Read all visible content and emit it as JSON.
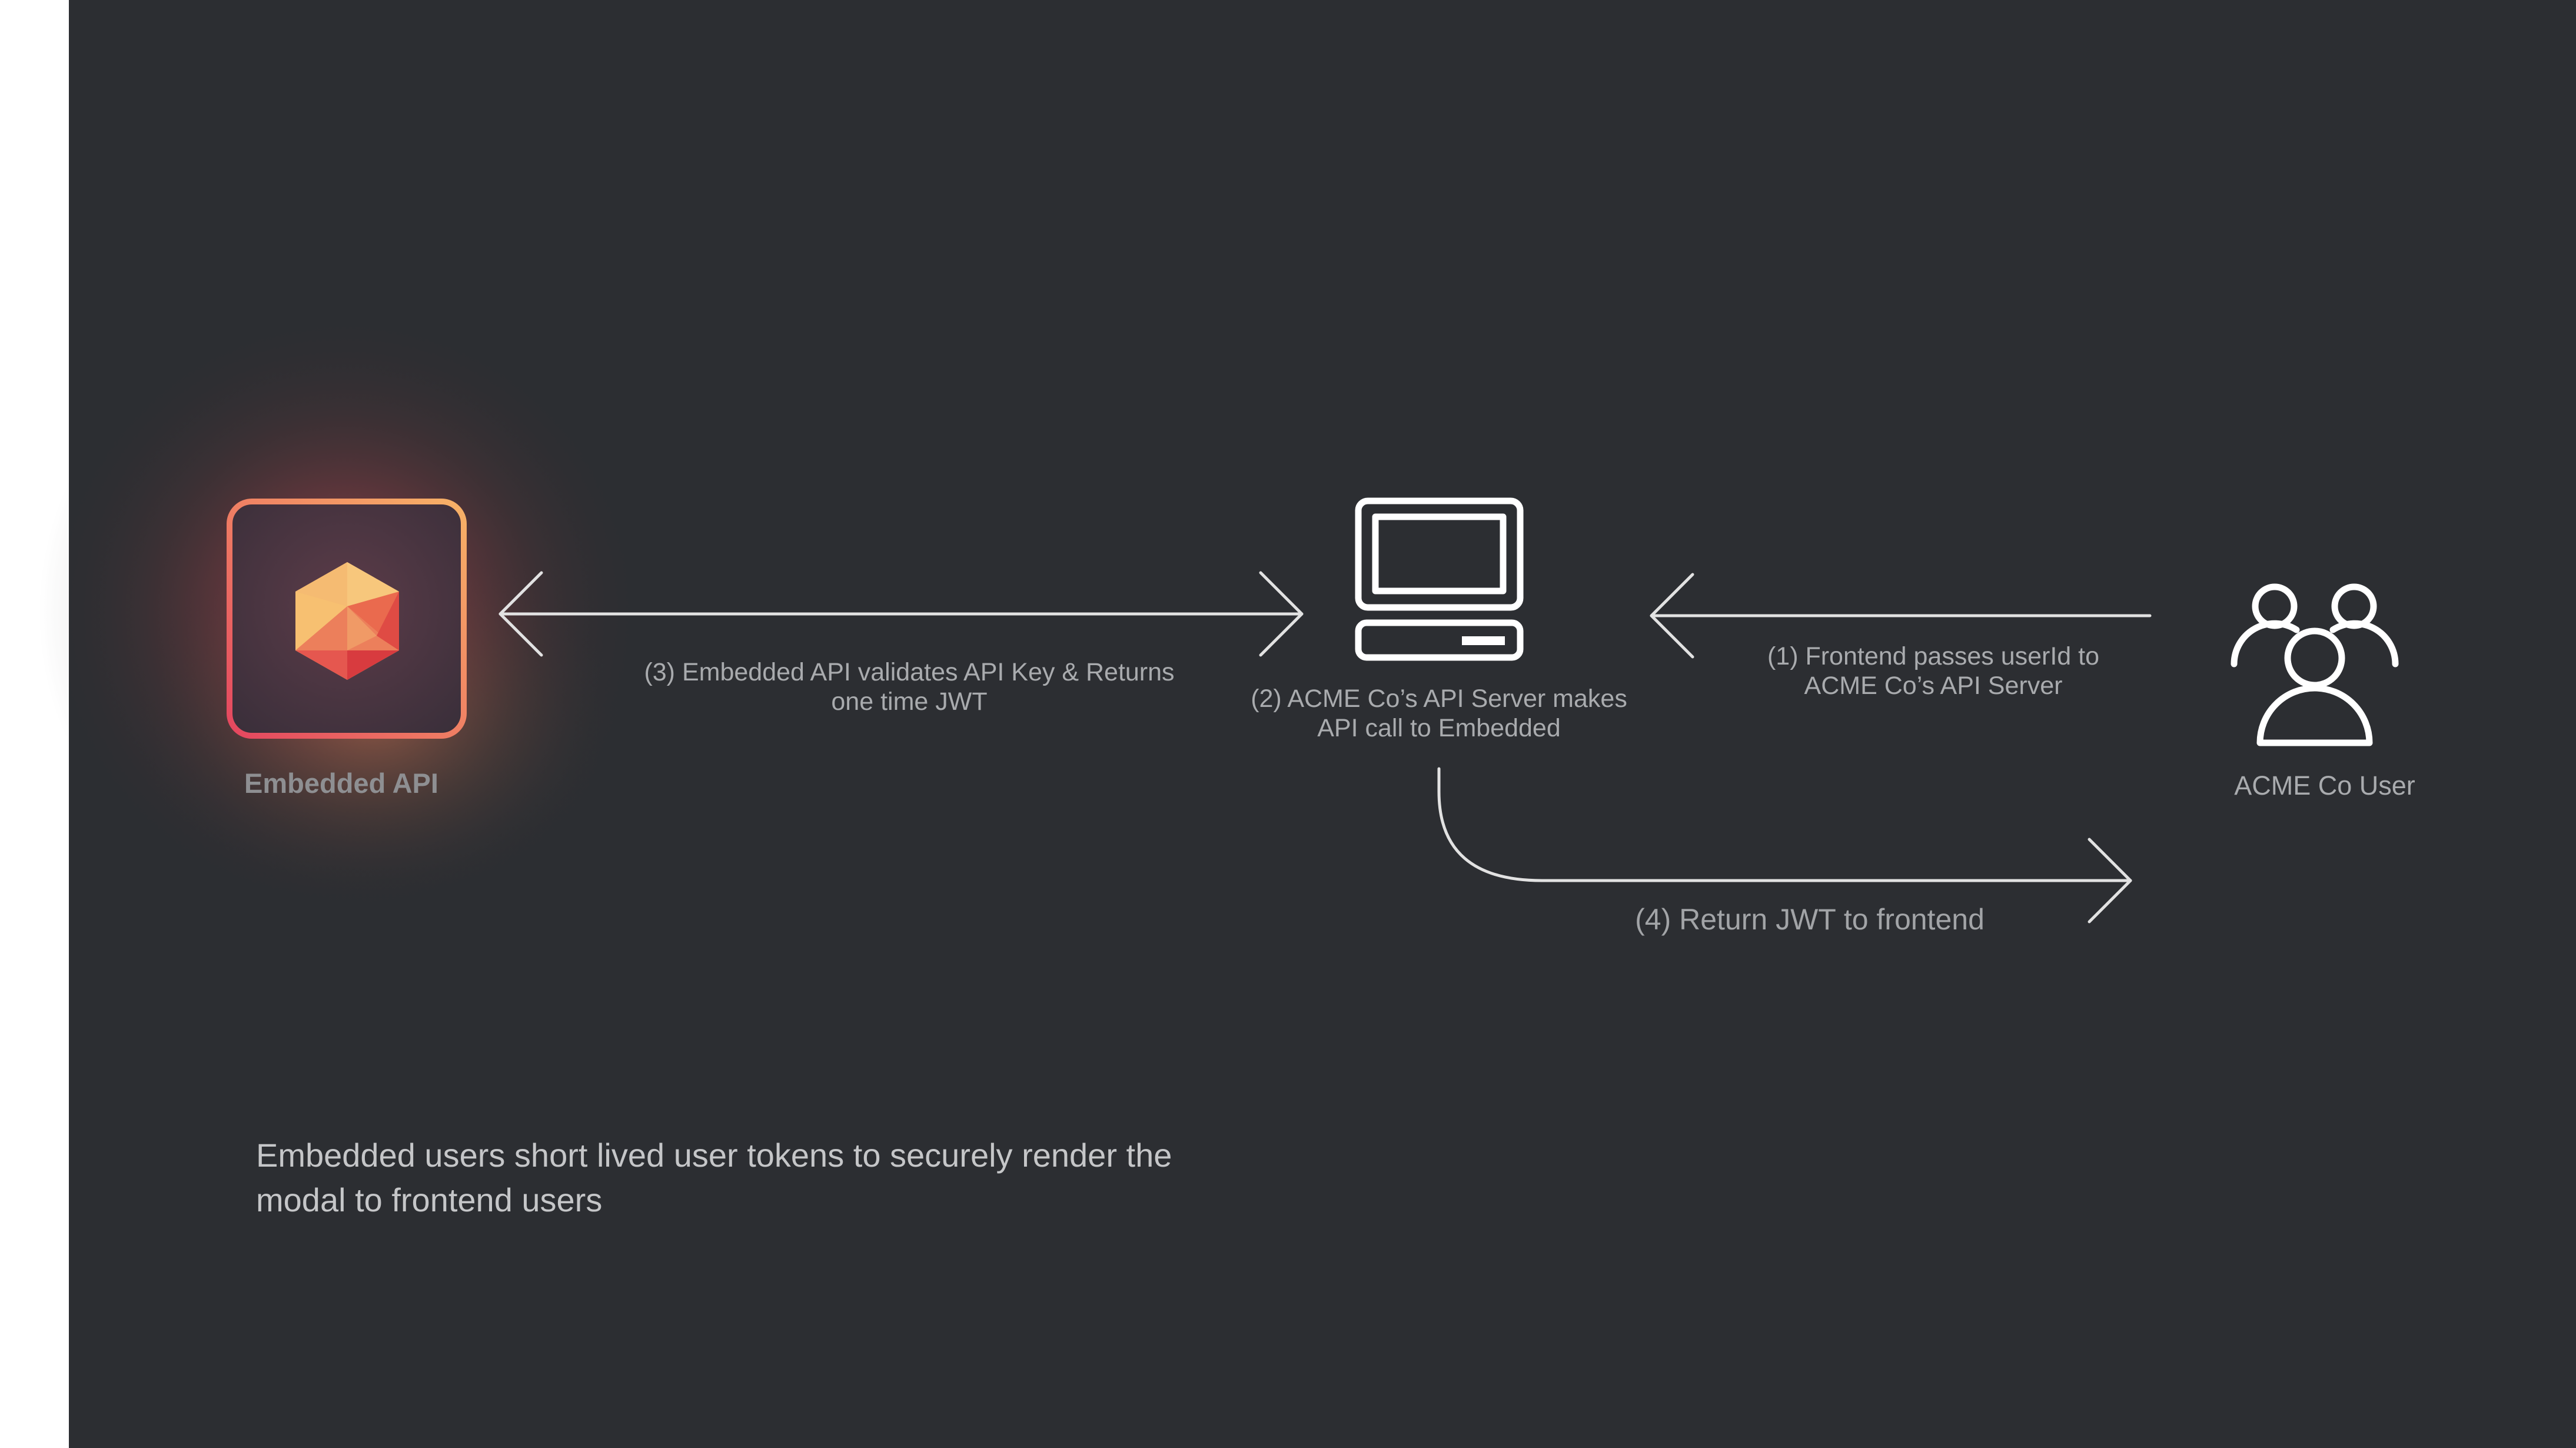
{
  "colors": {
    "background": "#2c2e32",
    "outer_margin": "#ffffff",
    "line": "#e4e4e4",
    "label_text": "#a9abae",
    "caption_text": "#c5c6c8",
    "accent_orange": "#f4a563",
    "accent_red": "#e0475c"
  },
  "nodes": {
    "embedded_api": {
      "label": "Embedded API",
      "icon": "embedded-logo-icon"
    },
    "api_server": {
      "label_line1": "(2) ACME Co’s API Server makes",
      "label_line2": "API call to Embedded",
      "icon": "computer-icon"
    },
    "user": {
      "label": "ACME Co User",
      "icon": "users-icon"
    }
  },
  "steps": {
    "step1": {
      "line1": "(1) Frontend passes userId to",
      "line2": "ACME Co’s API Server"
    },
    "step3": {
      "line1": "(3) Embedded API validates API Key & Returns",
      "line2": "one time JWT"
    },
    "step4": {
      "text": "(4) Return JWT to frontend"
    }
  },
  "caption": {
    "text": "Embedded users short lived user tokens to securely render the modal to frontend users"
  }
}
